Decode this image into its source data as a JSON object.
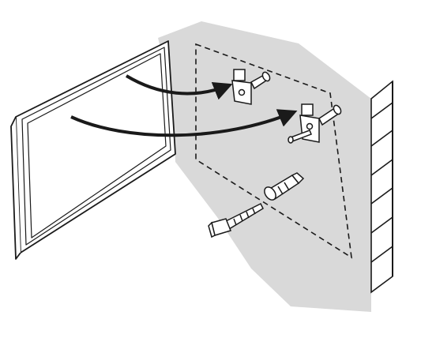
{
  "figure": {
    "kind": "wall-mounting-illustration",
    "colors": {
      "line": "#1a1a1a",
      "wall_shading": "#d9d9d9",
      "screen_face": "#ffffff",
      "background": "#ffffff"
    },
    "parts": [
      "flat-panel-frame",
      "upper-wall-bracket",
      "lower-wall-bracket",
      "wall-anchor",
      "wall-screw",
      "dashed-outline",
      "mounting-arrows",
      "wall-edge-slats"
    ]
  }
}
